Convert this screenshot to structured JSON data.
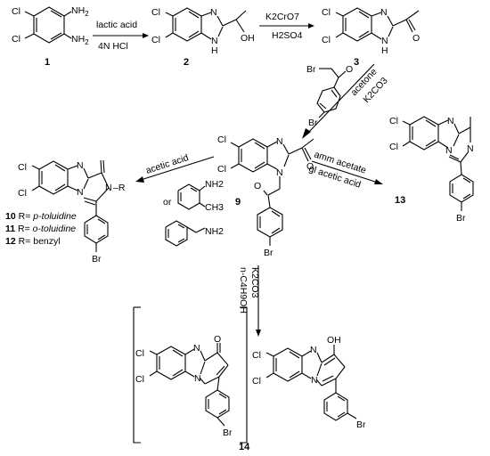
{
  "compounds": {
    "c1": {
      "number": "1",
      "atoms": {
        "cl_a": "Cl",
        "cl_b": "Cl",
        "nh2_a": "NH",
        "nh2_a_sub": "2",
        "nh2_b": "NH",
        "nh2_b_sub": "2"
      }
    },
    "c2": {
      "number": "2",
      "atoms": {
        "cl_a": "Cl",
        "cl_b": "Cl",
        "n": "N",
        "nh": "N",
        "h": "H",
        "oh": "OH"
      }
    },
    "c3": {
      "number": "3",
      "atoms": {
        "cl_a": "Cl",
        "cl_b": "Cl",
        "n": "N",
        "nh": "N",
        "h": "H"
      }
    },
    "bromo_reagent": {
      "atoms": {
        "br_top": "Br",
        "o": "O",
        "br_bottom": "Br"
      }
    },
    "c9": {
      "number": "9",
      "atoms": {
        "cl_a": "Cl",
        "cl_b": "Cl",
        "n": "N",
        "n1": "N",
        "o1": "O",
        "o2": "O",
        "br": "Br"
      }
    },
    "c13": {
      "number": "13",
      "atoms": {
        "cl_a": "Cl",
        "cl_b": "Cl",
        "n_a": "N",
        "n_b": "N",
        "n_c": "N",
        "br": "Br"
      }
    },
    "c10_12": {
      "atoms": {
        "cl_a": "Cl",
        "cl_b": "Cl",
        "n_a": "N",
        "n_b": "N",
        "n_r": "N",
        "r": "–R",
        "br": "Br"
      }
    },
    "c14": {
      "number": "14",
      "atoms": {
        "o": "O",
        "oh": "OH",
        "cl_a": "Cl",
        "cl_b": "Cl",
        "cl_c": "Cl",
        "cl_d": "Cl",
        "n_a": "N",
        "n_b": "N",
        "n_c": "N",
        "n_d": "N",
        "br_a": "Br",
        "br_b": "Br"
      }
    }
  },
  "conditions": {
    "step1_above": "lactic acid",
    "step1_below": "4N HCl",
    "step2_above": "K2CrO7",
    "step2_below": "H2SO4",
    "step3_a": "acetone",
    "step3_b": "K2CO3",
    "step4_above": "amm acetate",
    "step4_below": "gl acetic acid",
    "step5_above": "acetic acid",
    "step5_or": "or",
    "step5_nh2_a": "NH2",
    "step5_ch3": "CH3",
    "step5_nh2_b": "NH2",
    "step6_a": "K2CO3",
    "step6_b": "n-C4H9OH"
  },
  "r_groups": [
    {
      "number": "10",
      "text": " R= ",
      "name": "p-toluidine"
    },
    {
      "number": "11",
      "text": " R= ",
      "name": "o-toluidine"
    },
    {
      "number": "12",
      "text": " R= ",
      "name": "benzyl"
    }
  ]
}
